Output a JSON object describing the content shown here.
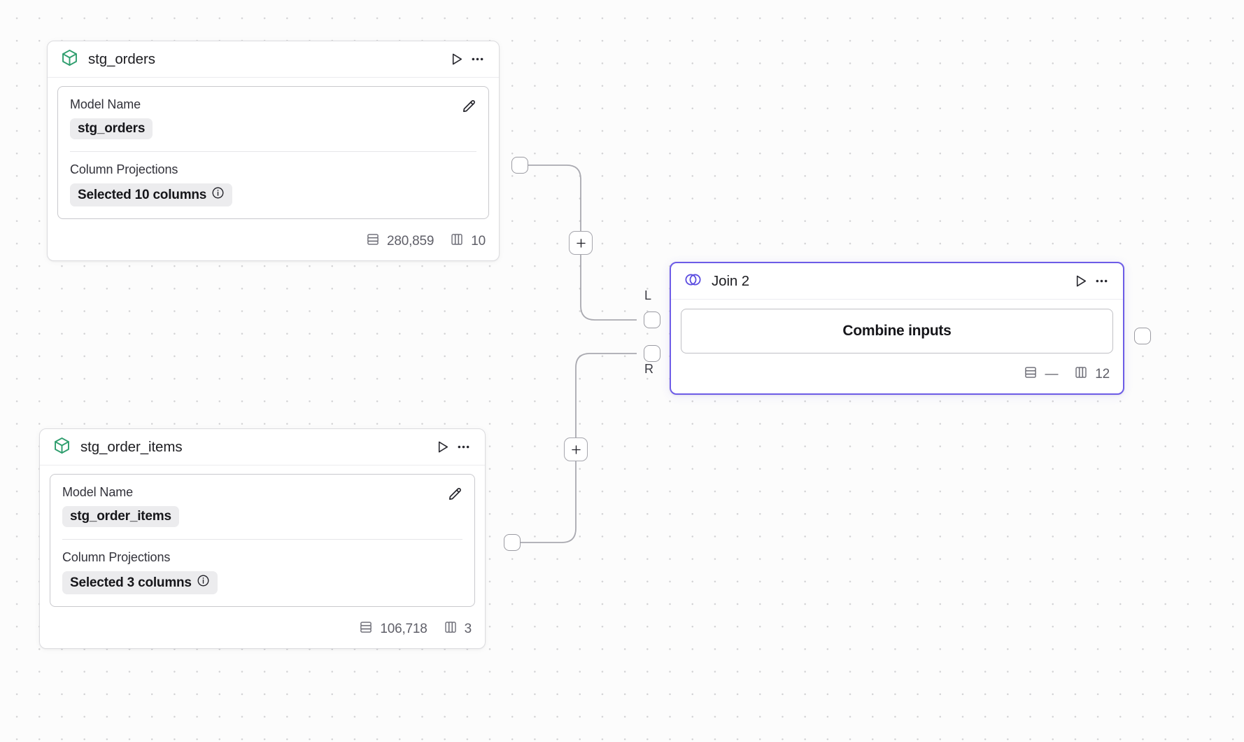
{
  "canvas": {
    "background_color": "#fcfcfc",
    "dot_color": "#d2d2d4",
    "accent_color": "#6d5ce7",
    "model_icon_color": "#2f9e6e"
  },
  "nodes": [
    {
      "id": "stg_orders",
      "type": "model",
      "icon": "cube-icon",
      "title": "stg_orders",
      "run_label": "Run",
      "menu_label": "More options",
      "fields": {
        "model_name_label": "Model Name",
        "model_name_value": "stg_orders",
        "column_projections_label": "Column Projections",
        "column_projections_value": "Selected 10 columns",
        "edit_label": "Edit"
      },
      "stats": {
        "rows_label": "Rows",
        "rows": "280,859",
        "columns_label": "Columns",
        "columns": "10"
      }
    },
    {
      "id": "stg_order_items",
      "type": "model",
      "icon": "cube-icon",
      "title": "stg_order_items",
      "run_label": "Run",
      "menu_label": "More options",
      "fields": {
        "model_name_label": "Model Name",
        "model_name_value": "stg_order_items",
        "column_projections_label": "Column Projections",
        "column_projections_value": "Selected 3 columns",
        "edit_label": "Edit"
      },
      "stats": {
        "rows_label": "Rows",
        "rows": "106,718",
        "columns_label": "Columns",
        "columns": "3"
      }
    },
    {
      "id": "join_2",
      "type": "join",
      "icon": "venn-icon",
      "title": "Join 2",
      "selected": true,
      "run_label": "Run",
      "menu_label": "More options",
      "action_label": "Combine inputs",
      "input_ports": [
        {
          "key": "L",
          "label": "L"
        },
        {
          "key": "R",
          "label": "R"
        }
      ],
      "stats": {
        "rows_label": "Rows",
        "rows": "—",
        "columns_label": "Columns",
        "columns": "12"
      }
    }
  ],
  "edges": [
    {
      "id": "e1",
      "from": "stg_orders",
      "to": "join_2",
      "to_port": "L",
      "insert_label": "+"
    },
    {
      "id": "e2",
      "from": "stg_order_items",
      "to": "join_2",
      "to_port": "R",
      "insert_label": "+"
    }
  ]
}
